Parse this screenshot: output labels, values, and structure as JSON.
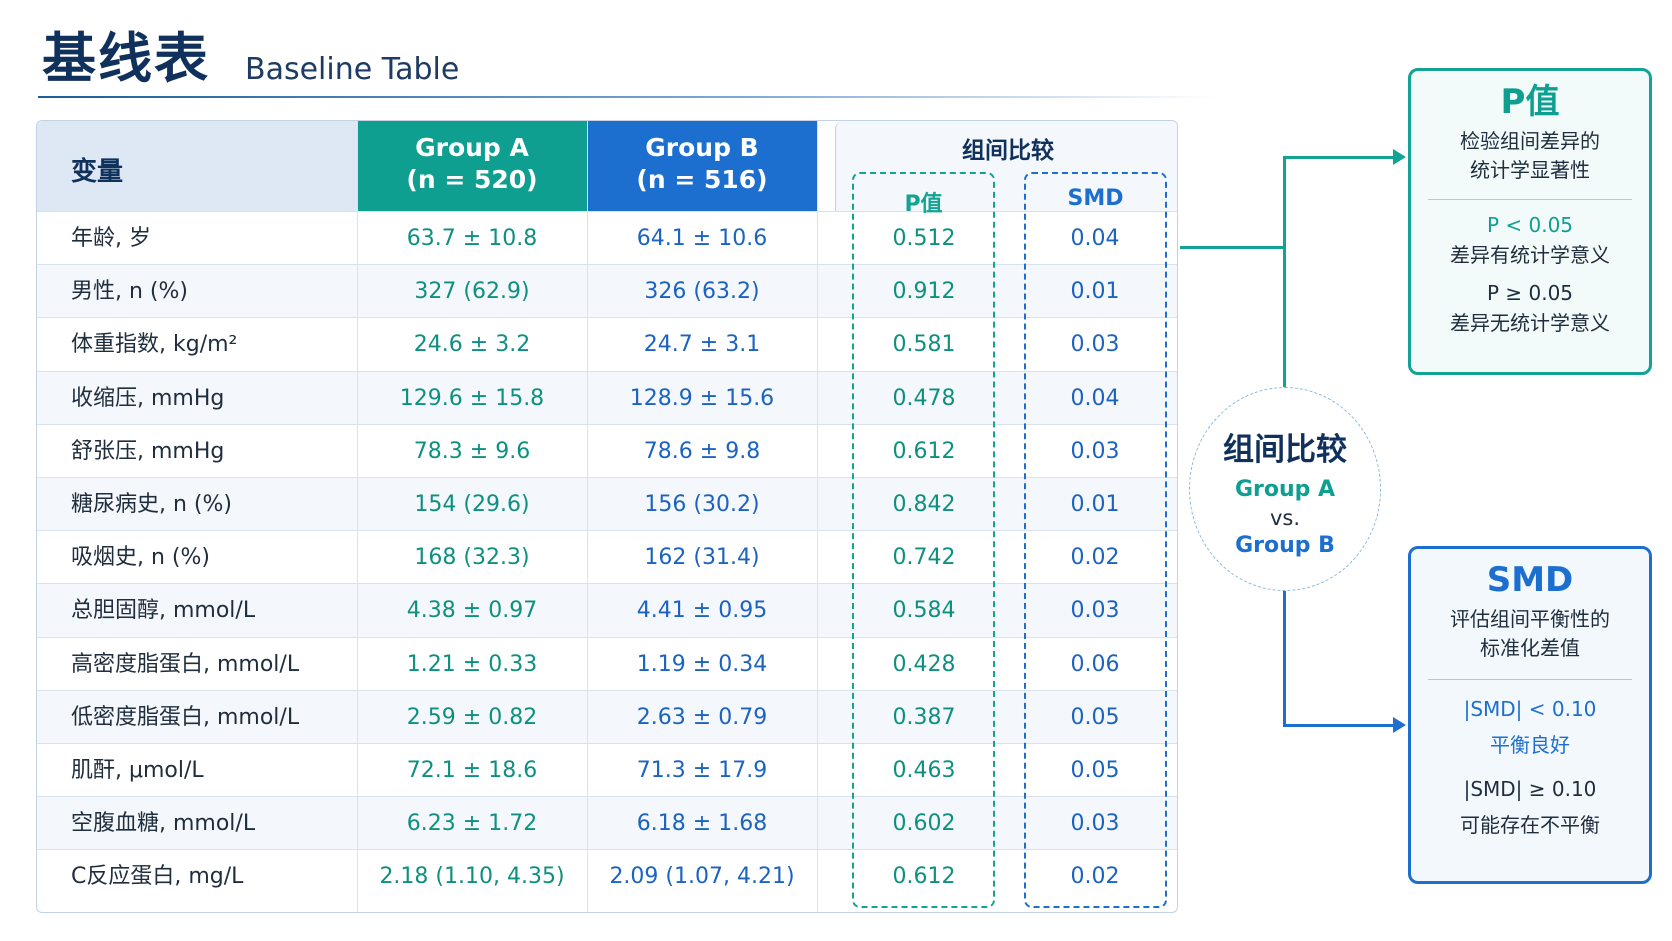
{
  "header": {
    "title": "基线表",
    "subtitle": "Baseline Table"
  },
  "table": {
    "var_header": "变量",
    "group_a": {
      "name": "Group A",
      "n": "(n = 520)"
    },
    "group_b": {
      "name": "Group B",
      "n": "(n = 516)"
    },
    "comparison_header": "组间比较",
    "p_header": "P值",
    "smd_header": "SMD",
    "rows": [
      {
        "var": "年龄, 岁",
        "a": "63.7 ± 10.8",
        "b": "64.1 ± 10.6",
        "p": "0.512",
        "smd": "0.04"
      },
      {
        "var": "男性, n (%)",
        "a": "327 (62.9)",
        "b": "326 (63.2)",
        "p": "0.912",
        "smd": "0.01"
      },
      {
        "var": "体重指数, kg/m²",
        "a": "24.6 ± 3.2",
        "b": "24.7 ± 3.1",
        "p": "0.581",
        "smd": "0.03"
      },
      {
        "var": "收缩压, mmHg",
        "a": "129.6 ± 15.8",
        "b": "128.9 ± 15.6",
        "p": "0.478",
        "smd": "0.04"
      },
      {
        "var": "舒张压, mmHg",
        "a": "78.3 ± 9.6",
        "b": "78.6 ± 9.8",
        "p": "0.612",
        "smd": "0.03"
      },
      {
        "var": "糖尿病史, n (%)",
        "a": "154 (29.6)",
        "b": "156 (30.2)",
        "p": "0.842",
        "smd": "0.01"
      },
      {
        "var": "吸烟史, n (%)",
        "a": "168 (32.3)",
        "b": "162 (31.4)",
        "p": "0.742",
        "smd": "0.02"
      },
      {
        "var": "总胆固醇, mmol/L",
        "a": "4.38 ± 0.97",
        "b": "4.41 ± 0.95",
        "p": "0.584",
        "smd": "0.03"
      },
      {
        "var": "高密度脂蛋白, mmol/L",
        "a": "1.21 ± 0.33",
        "b": "1.19 ± 0.34",
        "p": "0.428",
        "smd": "0.06"
      },
      {
        "var": "低密度脂蛋白, mmol/L",
        "a": "2.59 ± 0.82",
        "b": "2.63 ± 0.79",
        "p": "0.387",
        "smd": "0.05"
      },
      {
        "var": "肌酐, μmol/L",
        "a": "72.1 ± 18.6",
        "b": "71.3 ± 17.9",
        "p": "0.463",
        "smd": "0.05"
      },
      {
        "var": "空腹血糖, mmol/L",
        "a": "6.23 ± 1.72",
        "b": "6.18 ± 1.68",
        "p": "0.602",
        "smd": "0.03"
      },
      {
        "var": "C反应蛋白, mg/L",
        "a": "2.18 (1.10, 4.35)",
        "b": "2.09 (1.07, 4.21)",
        "p": "0.612",
        "smd": "0.02"
      }
    ]
  },
  "center": {
    "title": "组间比较",
    "group_a": "Group A",
    "vs": "vs.",
    "group_b": "Group B"
  },
  "p_box": {
    "title": "P值",
    "desc_line1": "检验组间差异的",
    "desc_line2": "统计学显著性",
    "rule1_label": "P < 0.05",
    "rule1_text": "差异有统计学意义",
    "rule2_label": "P ≥ 0.05",
    "rule2_text": "差异无统计学意义"
  },
  "smd_box": {
    "title": "SMD",
    "desc_line1": "评估组间平衡性的",
    "desc_line2": "标准化差值",
    "rule1_label": "|SMD| < 0.10",
    "rule1_text": "平衡良好",
    "rule2_label": "|SMD| ≥ 0.10",
    "rule2_text": "可能存在不平衡"
  },
  "colors": {
    "teal": "#0e9f90",
    "blue": "#1c6fce",
    "navy": "#10315c"
  }
}
